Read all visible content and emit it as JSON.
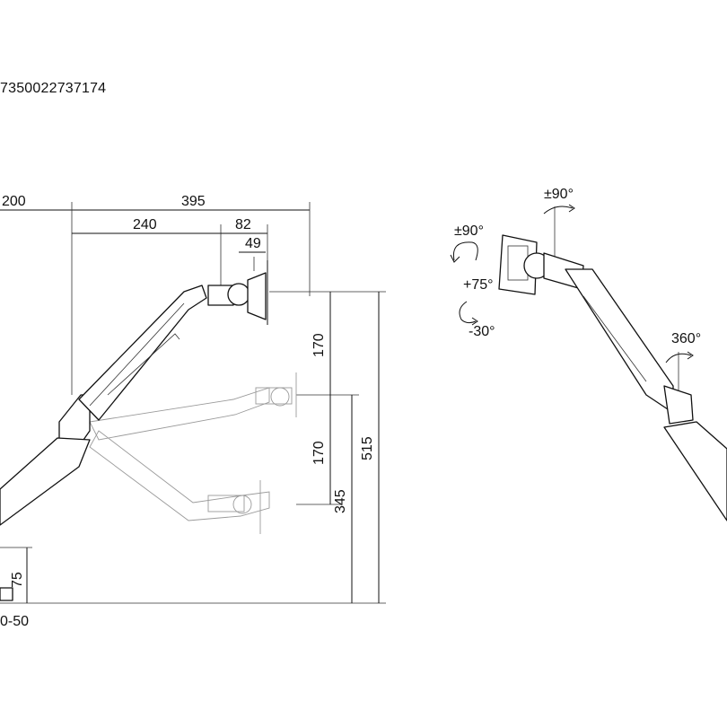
{
  "header": {
    "product_code": "7350022737174"
  },
  "side_view": {
    "dimensions": {
      "d200": "200",
      "d395": "395",
      "d240": "240",
      "d82": "82",
      "d49": "49",
      "d170_top": "170",
      "d170_bottom": "170",
      "d345": "345",
      "d515": "515",
      "d75": "75",
      "clamp_range": "0-50"
    }
  },
  "rotation_view": {
    "labels": {
      "rot_top": "±90°",
      "rot_left": "±90°",
      "tilt_up": "+75°",
      "tilt_down": "-30°",
      "swivel": "360°"
    }
  }
}
